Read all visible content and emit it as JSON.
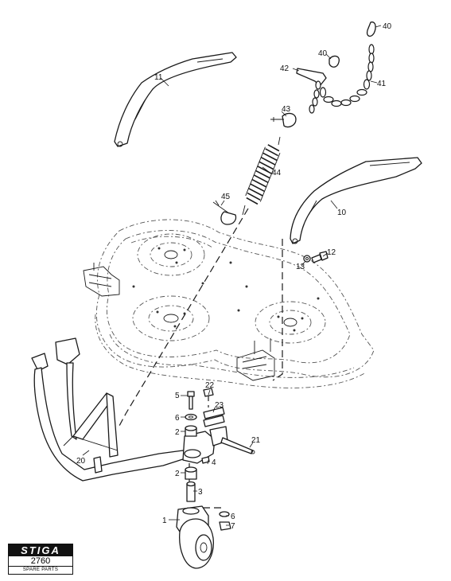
{
  "labels": {
    "p40a": "40",
    "p40b": "40",
    "p41": "41",
    "p42": "42",
    "p43": "43",
    "p44": "44",
    "p45": "45",
    "p11": "11",
    "p10": "10",
    "p12": "12",
    "p13": "13",
    "p22": "22",
    "p23": "23",
    "p5": "5",
    "p6a": "6",
    "p2a": "2",
    "p21": "21",
    "p20": "20",
    "p4": "4",
    "p2b": "2",
    "p3": "3",
    "p1": "1",
    "p6b": "6",
    "p7": "7"
  },
  "logo": {
    "brand": "STIGA",
    "code": "2760",
    "subtitle": "SPARE PARTS"
  }
}
